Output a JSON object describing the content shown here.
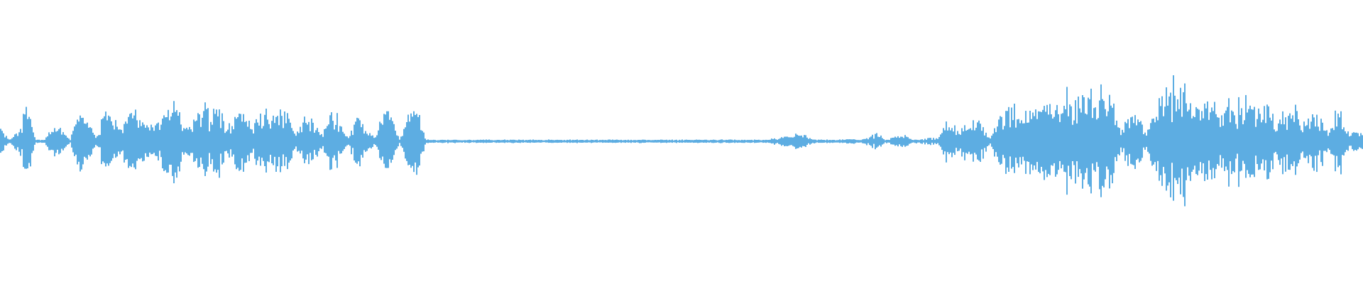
{
  "chart_data": {
    "type": "waveform",
    "title": "",
    "color": "#5dade2",
    "background": "#ffffff",
    "amplitude_range": [
      -1,
      1
    ],
    "envelope": [
      0.09,
      0.01,
      0.08,
      0.26,
      0.01,
      0.01,
      0.11,
      0.1,
      0.01,
      0.2,
      0.2,
      0.02,
      0.22,
      0.15,
      0.12,
      0.23,
      0.2,
      0.1,
      0.15,
      0.22,
      0.31,
      0.08,
      0.12,
      0.22,
      0.22,
      0.3,
      0.1,
      0.2,
      0.22,
      0.12,
      0.22,
      0.15,
      0.18,
      0.22,
      0.05,
      0.18,
      0.15,
      0.05,
      0.2,
      0.15,
      0.03,
      0.2,
      0.12,
      0.03,
      0.15,
      0.2,
      0.02,
      0.2,
      0.23,
      0.01,
      0.01,
      0.01,
      0.01,
      0.01,
      0.01,
      0.01,
      0.01,
      0.01,
      0.01,
      0.01,
      0.01,
      0.01,
      0.01,
      0.01,
      0.01,
      0.01,
      0.01,
      0.01,
      0.01,
      0.01,
      0.01,
      0.01,
      0.01,
      0.01,
      0.01,
      0.01,
      0.01,
      0.01,
      0.01,
      0.01,
      0.01,
      0.01,
      0.01,
      0.01,
      0.01,
      0.01,
      0.01,
      0.01,
      0.01,
      0.02,
      0.03,
      0.05,
      0.07,
      0.03,
      0.01,
      0.01,
      0.01,
      0.01,
      0.02,
      0.01,
      0.03,
      0.06,
      0.01,
      0.03,
      0.05,
      0.01,
      0.02,
      0.03,
      0.02,
      0.15,
      0.08,
      0.1,
      0.15,
      0.15,
      0.03,
      0.15,
      0.23,
      0.2,
      0.22,
      0.22,
      0.25,
      0.25,
      0.28,
      0.3,
      0.28,
      0.34,
      0.3,
      0.32,
      0.33,
      0.05,
      0.2,
      0.18,
      0.05,
      0.25,
      0.3,
      0.4,
      0.43,
      0.3,
      0.25,
      0.3,
      0.25,
      0.22,
      0.27,
      0.25,
      0.28,
      0.2,
      0.28,
      0.15,
      0.2,
      0.25,
      0.1,
      0.2,
      0.2,
      0.05,
      0.26,
      0.08,
      0.07
    ]
  }
}
